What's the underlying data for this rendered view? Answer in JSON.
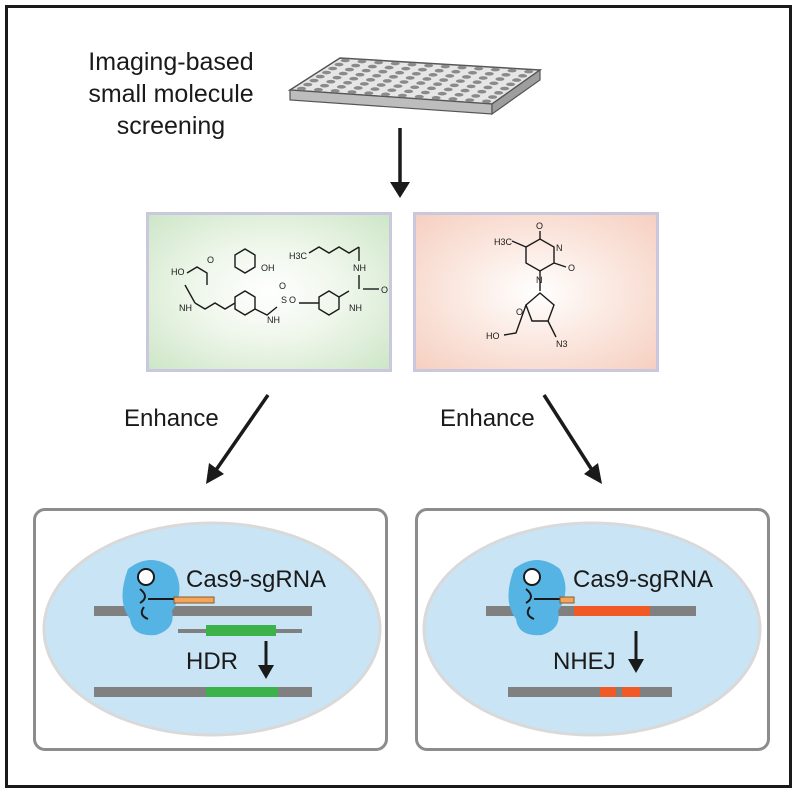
{
  "screening": {
    "title": "Imaging-based\nsmall molecule\nscreening",
    "plate_icon": "multiwell-plate-icon"
  },
  "branches": [
    {
      "enhance_label": "Enhance",
      "molecule_colors": {
        "panel_tint": "#cde6c7"
      },
      "molecule_labels": [
        "HO",
        "O",
        "OH",
        "H3C",
        "NH",
        "O",
        "S",
        "O",
        "O",
        "NH",
        "NH",
        "NH"
      ],
      "complex_label": "Cas9-sgRNA",
      "pathway_label": "HDR",
      "edit_color": "#3cb34a"
    },
    {
      "enhance_label": "Enhance",
      "molecule_colors": {
        "panel_tint": "#f6cfc1"
      },
      "molecule_labels": [
        "H3C",
        "O",
        "N",
        "O",
        "N",
        "O",
        "HO",
        "N3"
      ],
      "complex_label": "Cas9-sgRNA",
      "pathway_label": "NHEJ",
      "edit_color": "#f05a24"
    }
  ],
  "colors": {
    "nucleus_fill": "#c9e5f5",
    "nucleus_edge": "#dcdcdc",
    "cas9": "#55b4e3",
    "dna": "#808080",
    "arrow": "#1a1a1a"
  }
}
